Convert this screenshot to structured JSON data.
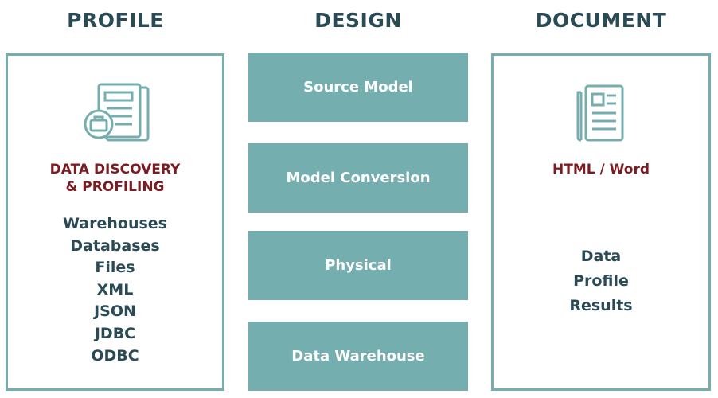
{
  "columns": {
    "profile": {
      "title": "PROFILE",
      "heading_line1": "DATA DISCOVERY",
      "heading_line2": "& PROFILING",
      "icon": "document-with-briefcase-icon",
      "items": [
        "Warehouses",
        "Databases",
        "Files",
        "XML",
        "JSON",
        "JDBC",
        "ODBC"
      ]
    },
    "design": {
      "title": "DESIGN",
      "steps": [
        "Source Model",
        "Model Conversion",
        "Physical",
        "Data Warehouse"
      ]
    },
    "document": {
      "title": "DOCUMENT",
      "heading": "HTML / Word",
      "icon": "newspaper-icon",
      "items": [
        "Data",
        "Profile",
        "Results"
      ]
    }
  },
  "colors": {
    "teal": "#74aeae",
    "dark_title": "#2a4a55",
    "heading_red": "#7b1c22"
  }
}
